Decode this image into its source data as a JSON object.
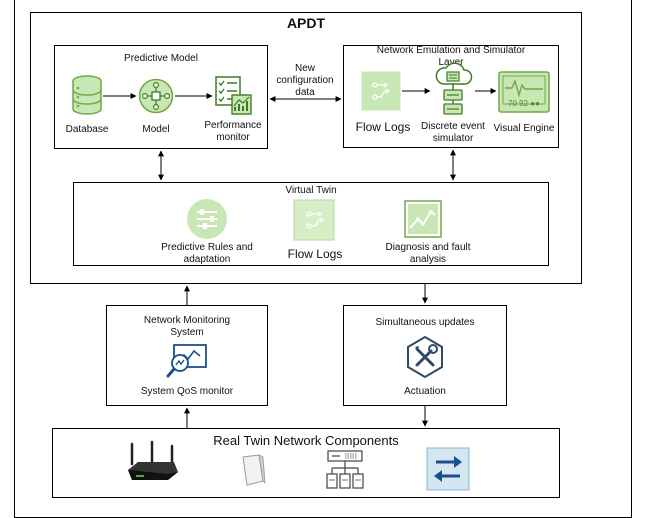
{
  "apdt": {
    "title": "APDT"
  },
  "predictive_model": {
    "title": "Predictive Model",
    "database_label": "Database",
    "model_label": "Model",
    "performance_label_1": "Performance",
    "performance_label_2": "monitor"
  },
  "config_data": {
    "line1": "New",
    "line2": "configuration",
    "line3": "data"
  },
  "emulation": {
    "title_1": "Network Emulation and Simulator",
    "title_2": "Layer",
    "flow_logs_label": "Flow Logs",
    "des_label_1": "Discrete event",
    "des_label_2": "simulator",
    "visual_engine_label": "Visual Engine",
    "screen_text": "70 92 ●●"
  },
  "virtual_twin": {
    "title": "Virtual Twin",
    "rules_label_1": "Predictive Rules and",
    "rules_label_2": "adaptation",
    "flow_logs_label": "Flow Logs",
    "diagnosis_label_1": "Diagnosis and fault",
    "diagnosis_label_2": "analysis"
  },
  "monitoring": {
    "title_1": "Network Monitoring",
    "title_2": "System",
    "qos_label": "System QoS monitor"
  },
  "updates": {
    "title": "Simultaneous updates",
    "actuation_label": "Actuation"
  },
  "real_twin": {
    "title": "Real Twin Network Components"
  },
  "colors": {
    "green_light": "#c9e6b5",
    "green_stroke": "#6ea84a",
    "green_dark": "#3f7d25",
    "blue_dark": "#1b4f8c",
    "slate": "#2e4a66",
    "tile_blue": "#d3e6f2"
  }
}
